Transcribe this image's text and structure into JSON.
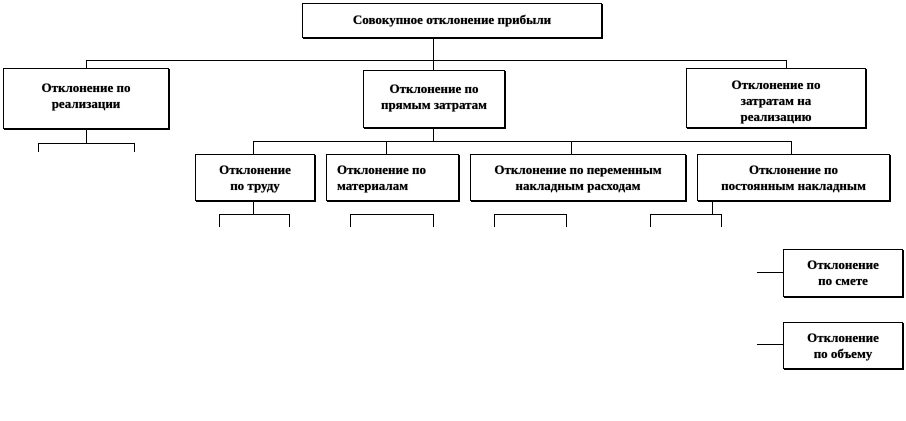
{
  "diagram": {
    "root": {
      "label": "Совокупное отклонение прибыли"
    },
    "level1": [
      {
        "label": "Отклонение по\nреализации"
      },
      {
        "label": "Отклонение по\nпрямым затратам"
      },
      {
        "label": "Отклонение по\nзатратам на\nреализацию"
      }
    ],
    "level2": [
      {
        "label": "Отклонение\nпо труду"
      },
      {
        "label": "Отклонение по\nматериалам"
      },
      {
        "label": "Отклонение по переменным\nнакладным расходам"
      },
      {
        "label": "Отклонение по\nпостоянным накладным"
      }
    ],
    "level3": [
      {
        "label": "Отклонение\nпо смете"
      },
      {
        "label": "Отклонение\nпо объему"
      }
    ]
  }
}
